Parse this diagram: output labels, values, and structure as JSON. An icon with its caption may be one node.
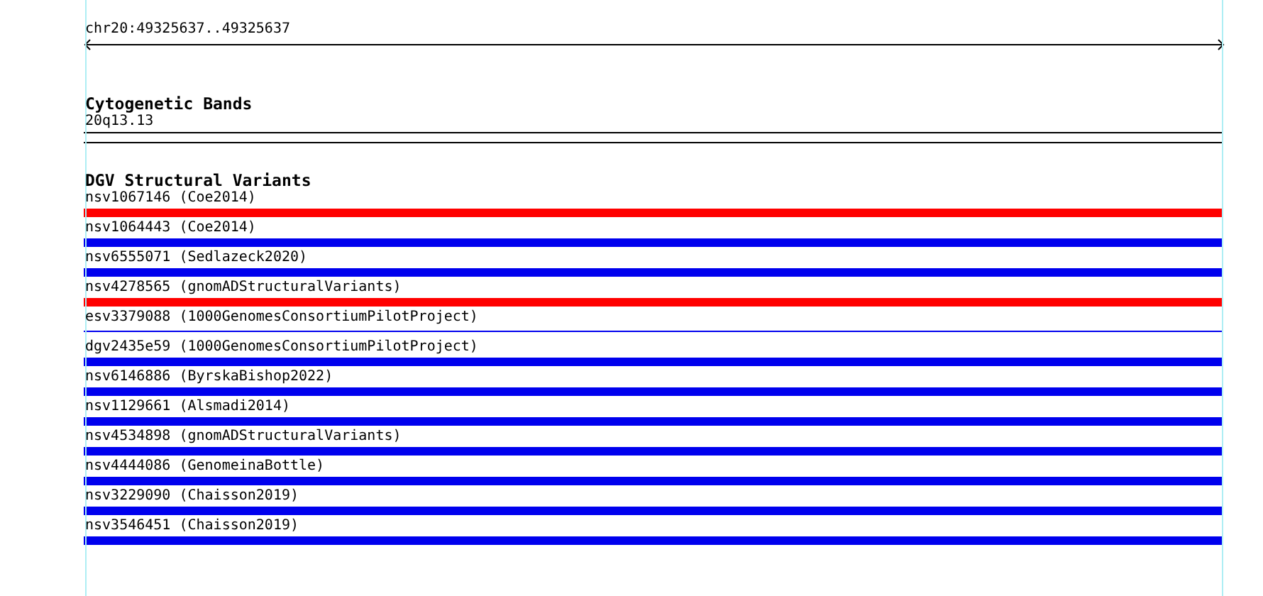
{
  "diagram": {
    "nodes": [
      {
        "text": [
          "20q13.13"
        ]
      },
      {
        "text": [
          "nsv1067146 (Coe2014)"
        ]
      },
      {
        "text": [
          "nsv1064443 (Coe2014)"
        ]
      },
      {
        "text": [
          "nsv6555071 (Sedlazeck2020)"
        ]
      },
      {
        "text": [
          "nsv4278565 (gnomADStructuralVariants)"
        ]
      },
      {
        "text": [
          "esv3379088 (1000GenomesConsortiumPilotProject)"
        ]
      },
      {
        "text": [
          "dgv2435e59 (1000GenomesConsortiumPilotProject)"
        ]
      },
      {
        "text": [
          "nsv6146886 (ByrskaBishop2022)"
        ]
      },
      {
        "text": [
          "nsv1129661 (Alsmadi2014)"
        ]
      },
      {
        "text": [
          "nsv4534898 (gnomADStructuralVariants)"
        ]
      },
      {
        "text": [
          "nsv4444086 (GenomeinaBottle)"
        ]
      },
      {
        "text": [
          "nsv3229090 (Chaisson2019)"
        ]
      },
      {
        "text": [
          "nsv3546451 (Chaisson2019)"
        ]
      }
    ],
    "labels": [
      "chr20:49325637..49325637",
      "Cytogenetic Bands",
      "DGV Structural Variants"
    ]
  }
}
